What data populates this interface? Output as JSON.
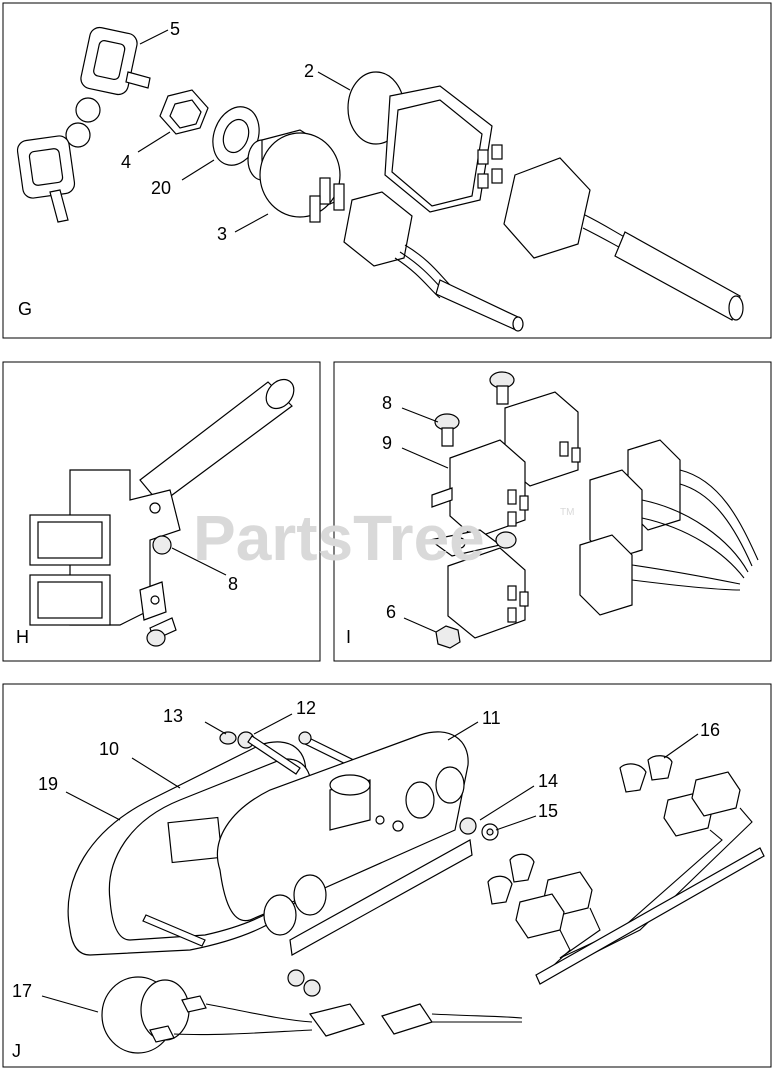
{
  "watermark": {
    "text": "PartsTree",
    "tm": "TM"
  },
  "panels": {
    "G": {
      "letter": "G"
    },
    "H": {
      "letter": "H"
    },
    "I": {
      "letter": "I"
    },
    "J": {
      "letter": "J"
    }
  },
  "callouts": {
    "g5": "5",
    "g2": "2",
    "g4": "4",
    "g20": "20",
    "g3": "3",
    "h8": "8",
    "i8": "8",
    "i9": "9",
    "i6": "6",
    "j13": "13",
    "j12": "12",
    "j11": "11",
    "j10": "10",
    "j19": "19",
    "j16": "16",
    "j14": "14",
    "j15": "15",
    "j17": "17"
  }
}
